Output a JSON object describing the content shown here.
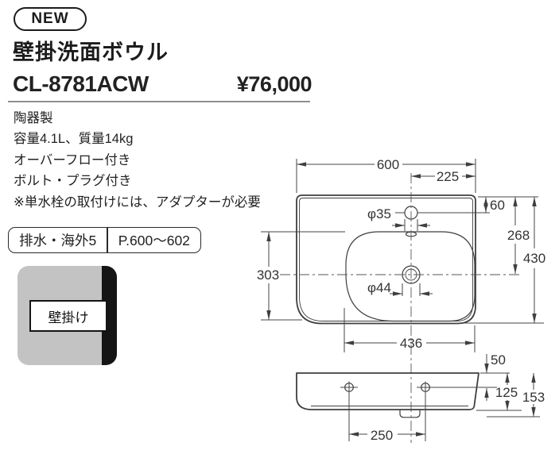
{
  "header": {
    "new_badge": "NEW",
    "title": "壁掛洗面ボウル",
    "model_code": "CL-8781ACW",
    "price": "¥76,000"
  },
  "specs": [
    "陶器製",
    "容量4.1L、質量14kg",
    "オーバーフロー付き",
    "ボルト・プラグ付き",
    "※単水栓の取付けには、アダプターが必要"
  ],
  "reference": {
    "drain_label": "排水・海外5",
    "pages": "P.600〜602"
  },
  "mount_badge": {
    "label": "壁掛け",
    "bg_color": "#c3c3c3",
    "stripe_color": "#151515"
  },
  "drawing": {
    "line_color": "#3f3f3f",
    "plan_dims": {
      "overall_width": "600",
      "faucet_offset_right": "225",
      "faucet_from_top": "60",
      "drain_from_top": "268",
      "overall_depth": "430",
      "bowl_depth": "303",
      "bowl_width": "436",
      "faucet_hole_dia": "φ35",
      "drain_hole_dia": "φ44"
    },
    "side_dims": {
      "hole_from_top": "50",
      "body_height": "125",
      "total_height": "153",
      "hole_pitch": "250"
    }
  }
}
